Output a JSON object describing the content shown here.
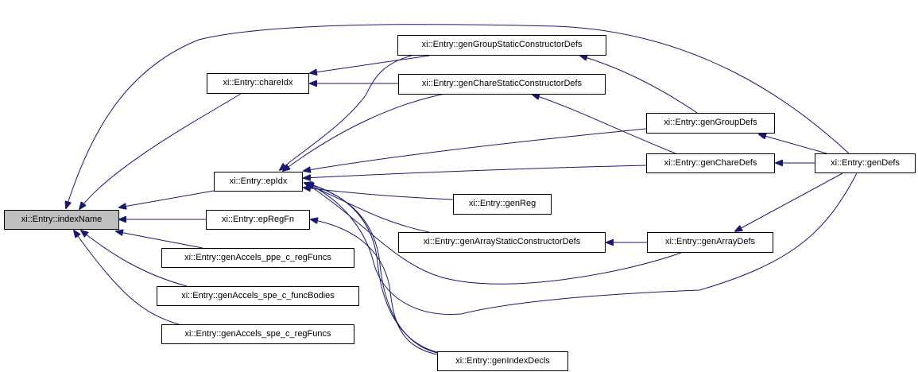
{
  "colors": {
    "edge": "#191970",
    "root_fill": "#bfbfbf",
    "node_fill": "#ffffff",
    "border": "#000000"
  },
  "nodes": {
    "indexName": "xi::Entry::indexName",
    "chareIdx": "xi::Entry::chareIdx",
    "epIdx": "xi::Entry::epIdx",
    "epRegFn": "xi::Entry::epRegFn",
    "genAccels_ppe_c_regFuncs": "xi::Entry::genAccels_ppe_c_regFuncs",
    "genAccels_spe_c_funcBodies": "xi::Entry::genAccels_spe_c_funcBodies",
    "genAccels_spe_c_regFuncs": "xi::Entry::genAccels_spe_c_regFuncs",
    "genGroupStaticConstructorDefs": "xi::Entry::genGroupStaticConstructorDefs",
    "genChareStaticConstructorDefs": "xi::Entry::genChareStaticConstructorDefs",
    "genGroupDefs": "xi::Entry::genGroupDefs",
    "genChareDefs": "xi::Entry::genChareDefs",
    "genDefs": "xi::Entry::genDefs",
    "genReg": "xi::Entry::genReg",
    "genArrayStaticConstructorDefs": "xi::Entry::genArrayStaticConstructorDefs",
    "genArrayDefs": "xi::Entry::genArrayDefs",
    "genIndexDecls": "xi::Entry::genIndexDecls"
  },
  "edges": [
    [
      "chareIdx",
      "indexName"
    ],
    [
      "epIdx",
      "indexName"
    ],
    [
      "epRegFn",
      "indexName"
    ],
    [
      "genAccels_ppe_c_regFuncs",
      "indexName"
    ],
    [
      "genAccels_spe_c_funcBodies",
      "indexName"
    ],
    [
      "genAccels_spe_c_regFuncs",
      "indexName"
    ],
    [
      "genDefs",
      "indexName"
    ],
    [
      "genGroupStaticConstructorDefs",
      "chareIdx"
    ],
    [
      "genChareStaticConstructorDefs",
      "chareIdx"
    ],
    [
      "genGroupStaticConstructorDefs",
      "epIdx"
    ],
    [
      "genChareStaticConstructorDefs",
      "epIdx"
    ],
    [
      "genGroupDefs",
      "epIdx"
    ],
    [
      "genChareDefs",
      "epIdx"
    ],
    [
      "genReg",
      "epIdx"
    ],
    [
      "genArrayStaticConstructorDefs",
      "epIdx"
    ],
    [
      "genArrayDefs",
      "epIdx"
    ],
    [
      "genDefs",
      "epIdx"
    ],
    [
      "genIndexDecls",
      "epIdx"
    ],
    [
      "genIndexDecls",
      "epRegFn"
    ],
    [
      "genGroupDefs",
      "genGroupStaticConstructorDefs"
    ],
    [
      "genChareDefs",
      "genChareStaticConstructorDefs"
    ],
    [
      "genDefs",
      "genGroupDefs"
    ],
    [
      "genDefs",
      "genChareDefs"
    ],
    [
      "genDefs",
      "genArrayDefs"
    ],
    [
      "genArrayDefs",
      "genArrayStaticConstructorDefs"
    ]
  ]
}
